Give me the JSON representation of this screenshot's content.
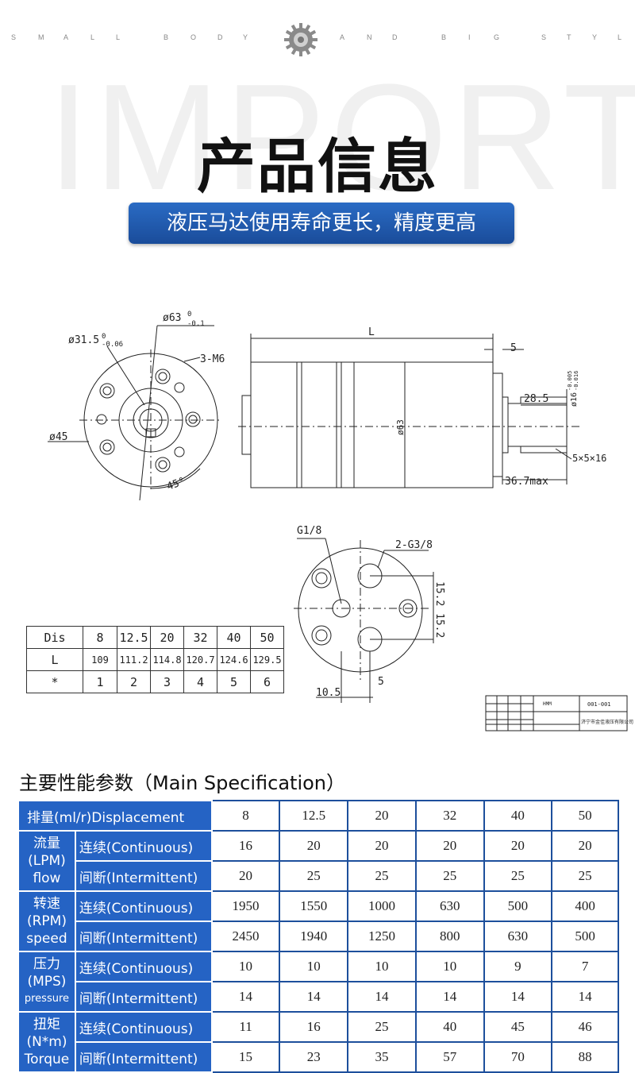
{
  "header": {
    "tagline_words": [
      "S",
      "M",
      "A",
      "L",
      "L",
      "B",
      "O",
      "D",
      "Y",
      "A",
      "N",
      "D",
      "B",
      "I",
      "G",
      "S",
      "T",
      "Y",
      "L"
    ],
    "watermark": "IMPORT",
    "title": "产品信息",
    "banner": "液压马达使用寿命更长，精度更高"
  },
  "drawing": {
    "labels": {
      "d63": "ø63",
      "d63_tol": "0",
      "d63_tol2": "-0.1",
      "d31": "ø31.5",
      "d31_tol": "0",
      "d31_tol2": "-0.06",
      "m6": "3-M6",
      "d45": "ø45",
      "deg45": "45°",
      "L": "L",
      "five": "5",
      "d63_side": "ø63",
      "len285": "28.5",
      "d16": "ø16",
      "d16_tol": "-0.005",
      "d16_tol2": "-0.016",
      "key": "5×5×16",
      "max": "36.7max",
      "g18": "G1/8",
      "g38": "2-G3/8",
      "p152a": "15.2",
      "p152b": "15.2",
      "d105": "10.5",
      "five2": "5"
    },
    "title_block": {
      "name": "HMM",
      "code": "001-001",
      "company": "济宁市金佳液压有限公司"
    }
  },
  "dis_table": {
    "rows": [
      [
        "Dis",
        "8",
        "12.5",
        "20",
        "32",
        "40",
        "50"
      ],
      [
        "L",
        "109",
        "111.2",
        "114.8",
        "120.7",
        "124.6",
        "129.5"
      ],
      [
        "*",
        "1",
        "2",
        "3",
        "4",
        "5",
        "6"
      ]
    ]
  },
  "spec": {
    "title": "主要性能参数（Main Specification）",
    "displacement_label": "排量(ml/r)Displacement",
    "displacement": [
      "8",
      "12.5",
      "20",
      "32",
      "40",
      "50"
    ],
    "groups": [
      {
        "name": [
          "流量",
          "(LPM)",
          "flow"
        ],
        "continuous_label": "连续(Continuous)",
        "intermittent_label": "间断(Intermittent)",
        "continuous": [
          "16",
          "20",
          "20",
          "20",
          "20",
          "20"
        ],
        "intermittent": [
          "20",
          "25",
          "25",
          "25",
          "25",
          "25"
        ]
      },
      {
        "name": [
          "转速",
          "(RPM)",
          "speed"
        ],
        "continuous_label": "连续(Continuous)",
        "intermittent_label": "间断(Intermittent)",
        "continuous": [
          "1950",
          "1550",
          "1000",
          "630",
          "500",
          "400"
        ],
        "intermittent": [
          "2450",
          "1940",
          "1250",
          "800",
          "630",
          "500"
        ]
      },
      {
        "name": [
          "压力",
          "(MPS)",
          "pressure"
        ],
        "continuous_label": "连续(Continuous)",
        "intermittent_label": "间断(Intermittent)",
        "continuous": [
          "10",
          "10",
          "10",
          "10",
          "9",
          "7"
        ],
        "intermittent": [
          "14",
          "14",
          "14",
          "14",
          "14",
          "14"
        ]
      },
      {
        "name": [
          "扭矩",
          "(N*m)",
          "Torque"
        ],
        "continuous_label": "连续(Continuous)",
        "intermittent_label": "间断(Intermittent)",
        "continuous": [
          "11",
          "16",
          "25",
          "40",
          "45",
          "46"
        ],
        "intermittent": [
          "15",
          "23",
          "35",
          "57",
          "70",
          "88"
        ]
      }
    ]
  },
  "colors": {
    "accent": "#2563c4",
    "banner": "#1f5bb0",
    "border": "#1d4f9c"
  }
}
